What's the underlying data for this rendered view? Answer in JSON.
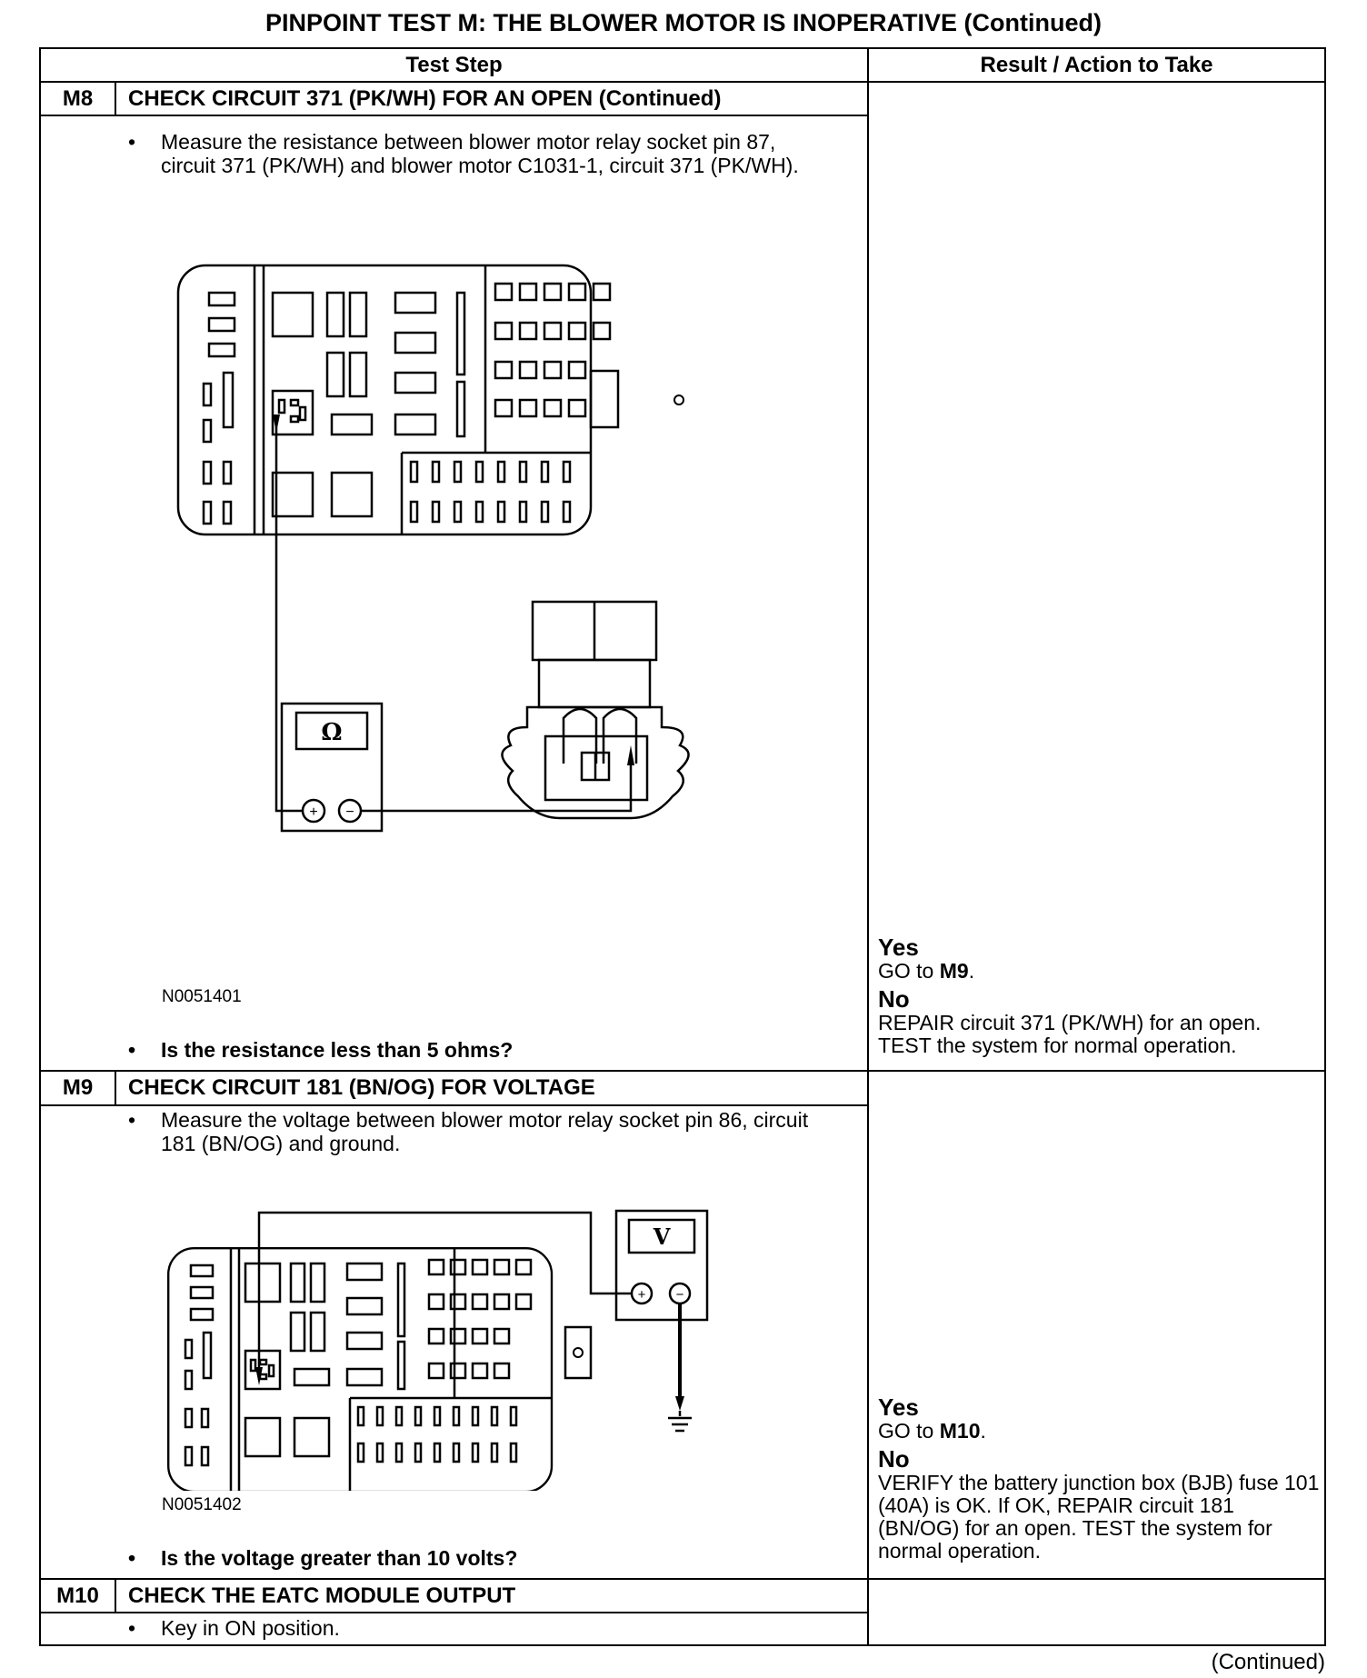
{
  "title": "PINPOINT TEST  M: THE BLOWER MOTOR IS INOPERATIVE (Continued)",
  "headers": {
    "test_step": "Test Step",
    "result": "Result / Action to Take"
  },
  "steps": [
    {
      "id": "M8",
      "title": "CHECK CIRCUIT 371 (PK/WH) FOR AN OPEN (Continued)",
      "instruction": "Measure the resistance between blower motor relay socket pin 87, circuit 371 (PK/WH) and blower motor C1031-1, circuit 371 (PK/WH).",
      "figure_id": "N0051401",
      "meter_symbol": "Ω",
      "question": "Is the resistance less than 5 ohms?",
      "yes_label": "Yes",
      "yes_action_prefix": "GO to ",
      "yes_target": "M9",
      "yes_action_suffix": ".",
      "no_label": "No",
      "no_action": "REPAIR circuit 371 (PK/WH) for an open. TEST the system for normal operation."
    },
    {
      "id": "M9",
      "title": "CHECK CIRCUIT 181 (BN/OG) FOR VOLTAGE",
      "instruction": "Measure the voltage between blower motor relay socket pin 86, circuit 181 (BN/OG) and ground.",
      "figure_id": "N0051402",
      "meter_symbol": "V",
      "question": "Is the voltage greater than 10 volts?",
      "yes_label": "Yes",
      "yes_action_prefix": "GO to ",
      "yes_target": "M10",
      "yes_action_suffix": ".",
      "no_label": "No",
      "no_action": "VERIFY the battery junction box (BJB) fuse 101 (40A) is OK. If OK, REPAIR circuit 181 (BN/OG) for an open. TEST the system for normal operation."
    },
    {
      "id": "M10",
      "title": "CHECK THE EATC MODULE OUTPUT",
      "instruction": "Key in ON position."
    }
  ],
  "bullet_char": "•",
  "plus_sign": "+",
  "minus_sign": "−",
  "footer": "(Continued)"
}
